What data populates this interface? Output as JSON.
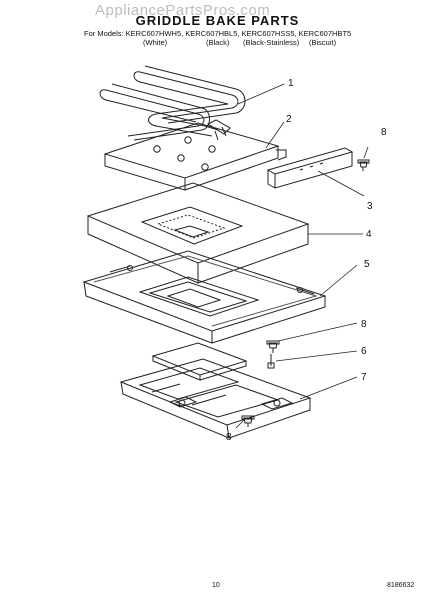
{
  "watermark": "AppliancePartsPros.com",
  "title": "GRIDDLE BAKE PARTS",
  "models_line": "For Models: KERC607HWH5, KERC607HBL5, KERC607HSS5, KERC607HBT5",
  "color_labels": [
    "(White)",
    "(Black)",
    "(Black-Stainless)",
    "(Biscuit)"
  ],
  "callouts": {
    "c1": "1",
    "c2": "2",
    "c3": "3",
    "c4": "4",
    "c5": "5",
    "c6": "6",
    "c7": "7",
    "c8a": "8",
    "c8b": "8",
    "c8c": "8"
  },
  "page_number": "10",
  "document_number": "8186632"
}
